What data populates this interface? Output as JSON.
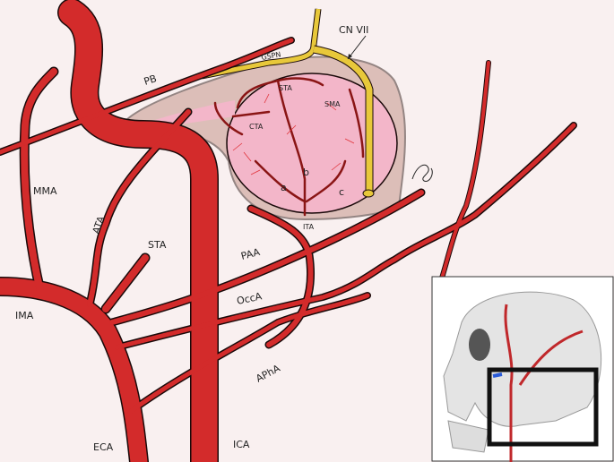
{
  "labels": {
    "cn7": "CN VII",
    "gspn": "GSPN",
    "pb": "PB",
    "sta_tumor": "STA",
    "sma": "SMA",
    "cta": "CTA",
    "a": "a",
    "b": "b",
    "c": "c",
    "ita": "ITA",
    "mma": "MMA",
    "ata": "ATA",
    "sta": "STA",
    "paa": "PAA",
    "occa": "OccA",
    "ima": "IMA",
    "apha": "APhA",
    "eca": "ECA",
    "ica": "ICA"
  },
  "colors": {
    "background": "#f9f0f0",
    "artery": "#d32b2b",
    "tumor": "#f3b6c9",
    "capsule": "#c9aaa0",
    "nerve": "#e8c83a"
  }
}
